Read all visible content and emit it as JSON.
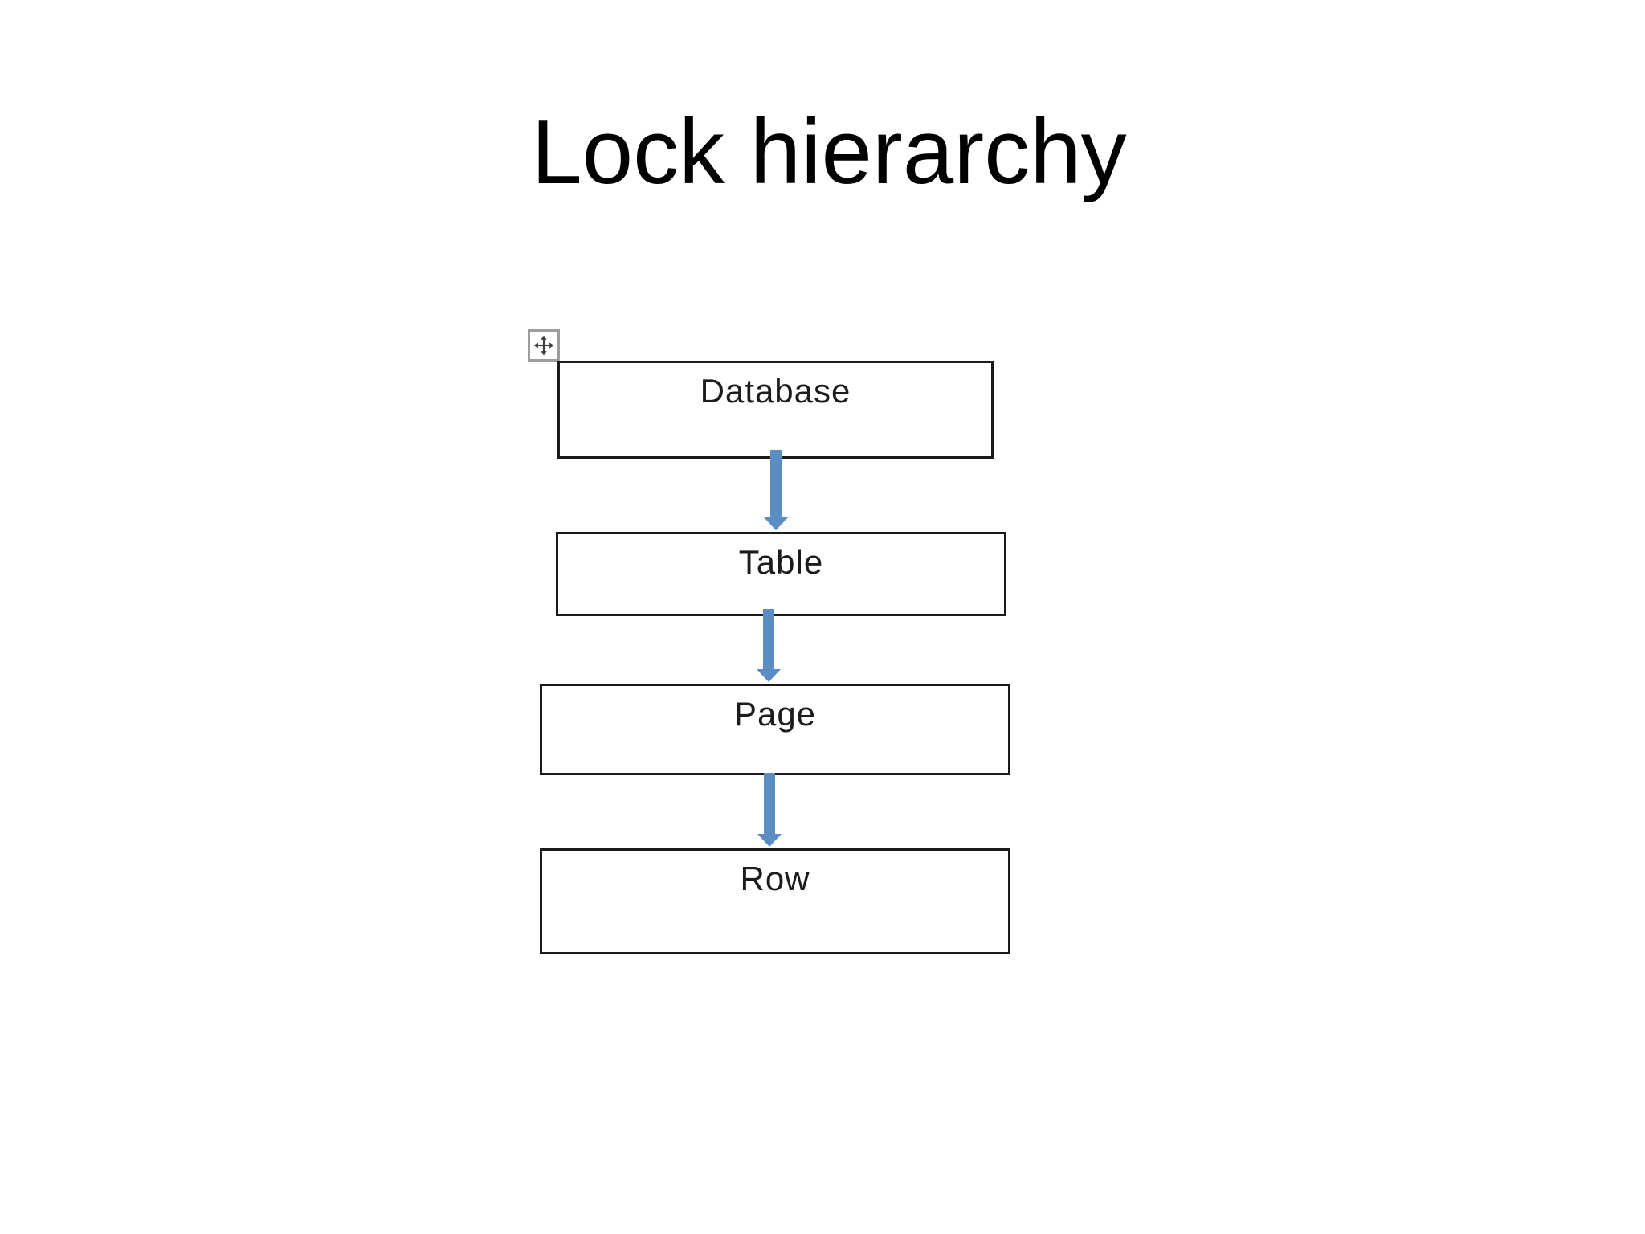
{
  "slide": {
    "title": "Lock hierarchy",
    "background_color": "#ffffff"
  },
  "diagram": {
    "type": "flowchart",
    "direction": "top-down",
    "nodes": [
      {
        "id": "database",
        "label": "Database"
      },
      {
        "id": "table",
        "label": "Table"
      },
      {
        "id": "page",
        "label": "Page"
      },
      {
        "id": "row",
        "label": "Row"
      }
    ],
    "connections": [
      {
        "from": "database",
        "to": "table"
      },
      {
        "from": "table",
        "to": "page"
      },
      {
        "from": "page",
        "to": "row"
      }
    ],
    "arrow_color": "#5b8cc2",
    "box_border_color": "#1a1a1a",
    "handle_icon": "move-handle-icon",
    "handle_border_color": "#9d9d9d"
  }
}
